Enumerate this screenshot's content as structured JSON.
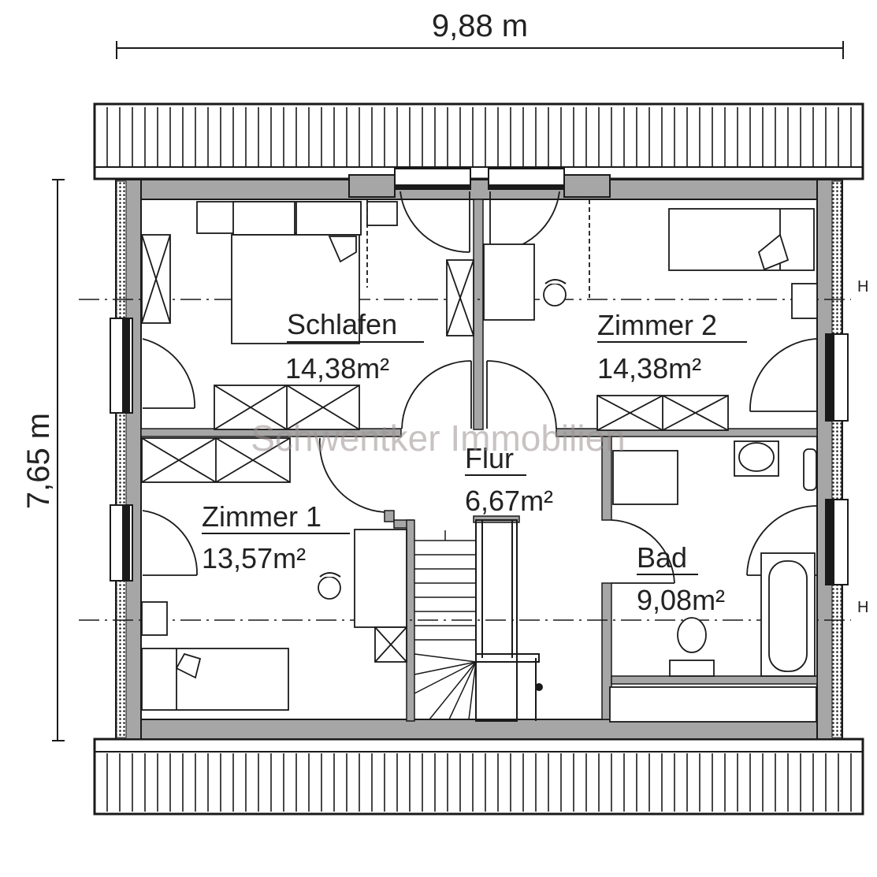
{
  "dimensions": {
    "width": "9,88 m",
    "height": "7,65 m"
  },
  "watermark": "Schwentker Immobilien",
  "section_marker": "H",
  "rooms": [
    {
      "id": "schlafen",
      "name": "Schlafen",
      "area": "14,38m²"
    },
    {
      "id": "zimmer2",
      "name": "Zimmer 2",
      "area": "14,38m²"
    },
    {
      "id": "zimmer1",
      "name": "Zimmer 1",
      "area": "13,57m²"
    },
    {
      "id": "flur",
      "name": "Flur",
      "area": "6,67m²"
    },
    {
      "id": "bad",
      "name": "Bad",
      "area": "9,08m²"
    }
  ],
  "colors": {
    "wall": "#a6a6a6",
    "line": "#1a1a1a",
    "watermark": "#9a8f8f"
  }
}
